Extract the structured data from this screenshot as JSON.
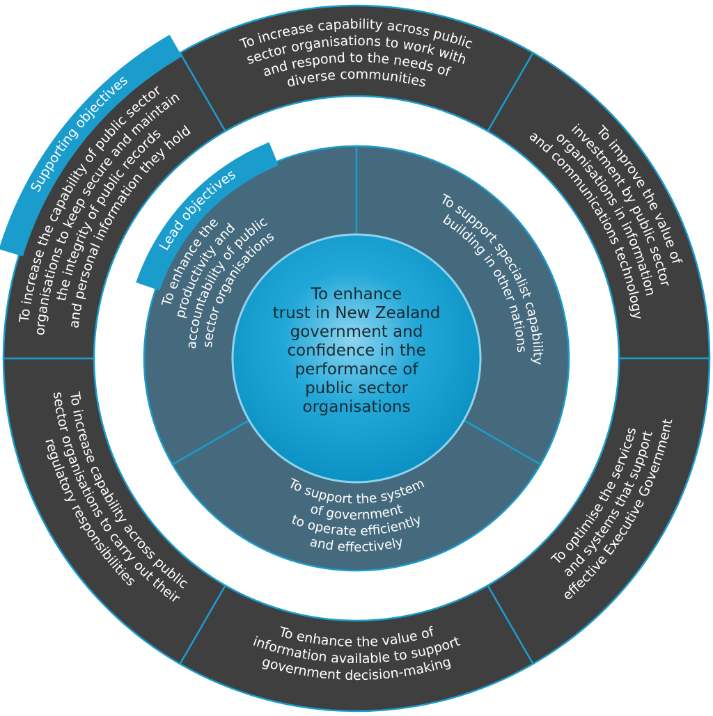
{
  "colors": {
    "outer_ring": "#3f3f40",
    "inner_ring": "#456a7d",
    "accent": "#1a9ccc",
    "center_light": "#7fd0ee",
    "center_dark": "#0a8fc2",
    "text_light": "#ffffff",
    "text_dark": "#1b2a33"
  },
  "center": {
    "lines": [
      "To enhance",
      "trust in New Zealand",
      "government and",
      "confidence in the",
      "performance of",
      "public sector",
      "organisations"
    ]
  },
  "lead_objectives": {
    "tab_label": "Lead objectives",
    "items": [
      {
        "id": "productivity",
        "lines": [
          "To enhance the",
          "productivity and",
          "accountability of public",
          "sector organisations"
        ]
      },
      {
        "id": "specialist-capability",
        "lines": [
          "To support specialist capability",
          "building in other nations"
        ]
      },
      {
        "id": "system-of-government",
        "lines": [
          "To support the system",
          "of government",
          "to operate efficiently",
          "and effectively"
        ]
      }
    ]
  },
  "supporting_objectives": {
    "tab_label": "Supporting objectives",
    "items": [
      {
        "id": "diverse-communities",
        "lines": [
          "To increase capability across public",
          "sector organisations to work with",
          "and respond to the needs of",
          "diverse communities"
        ]
      },
      {
        "id": "ict-investment",
        "lines": [
          "To improve the value of",
          "investment by public sector",
          "organisations in information",
          "and communications technology"
        ]
      },
      {
        "id": "executive-government",
        "lines": [
          "To optimise the services",
          "and systems that support",
          "effective Executive Government"
        ]
      },
      {
        "id": "decision-making",
        "lines": [
          "To enhance the value of",
          "information available to support",
          "government decision-making"
        ]
      },
      {
        "id": "regulatory",
        "lines": [
          "To increase capability across public",
          "sector organisations to carry out their",
          "regulatory responsibilities"
        ]
      },
      {
        "id": "public-records",
        "lines": [
          "To increase the capability of public sector",
          "organisations to keep secure and maintain",
          "the integrity of public records",
          "and personal information they hold"
        ]
      }
    ]
  }
}
